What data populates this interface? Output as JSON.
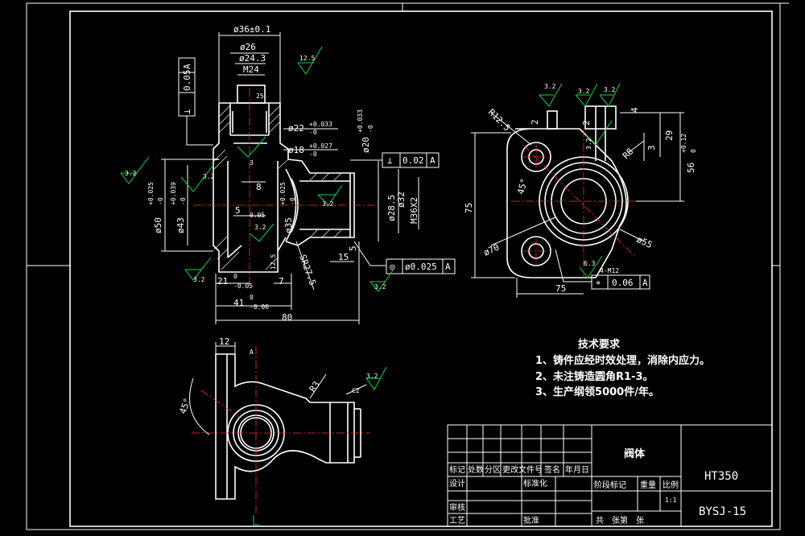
{
  "colors": {
    "background": "#000000",
    "lines": "#ffffff",
    "roughness": "#11d63a",
    "centerline": "#ff3030"
  },
  "front_view": {
    "d36": "ø36±0.1",
    "d26": "ø26",
    "d24": "ø24.3",
    "m24": "M24",
    "dim25": "25",
    "d22": "ø22",
    "d22_tol": "+0.033",
    "d22_tol2": "-0",
    "d18": "ø18",
    "d18_tol": "+0.027",
    "d18_tol2": "-0",
    "d20": "ø20",
    "d20_tol": "+0.033",
    "d20_tol2": "-0",
    "d50": "ø50",
    "d50_tol": "+0.025",
    "d50_tol2": "-0",
    "d43": "ø43",
    "d43_tol": "+0.039",
    "d43_tol2": "-0",
    "d35": "ø35",
    "d35_tol": "+0.025",
    "d35_tol2": "-0",
    "d285": "ø28.5",
    "d32": "ø32",
    "m36": "M36X2",
    "dim8": "8",
    "dim5": "5",
    "dim5_tol": "-0.05",
    "dim21": "21",
    "dim21_tol": "-0.05",
    "dim21_tol0": "0",
    "dim7": "7",
    "dim41": "41",
    "dim41_tol": "-0.06",
    "dim41_tol0": "0",
    "dim80": "80",
    "dim15": "15",
    "dim5b": "5",
    "sr": "SR27.5",
    "dim3": "3",
    "r32a": "3.2",
    "r32b": "3.2",
    "r32c": "3.2",
    "r32d": "3.2",
    "r32e": "3.2",
    "r32f": "3.2",
    "r125a": "12.5",
    "r125b": "12.5",
    "frame_perp": "⊥",
    "frame_perp_val": "0.05",
    "frame_perp_ref": "A",
    "frame_perp2": "⊥",
    "frame_perp2_val": "0.02",
    "frame_perp2_ref": "A",
    "frame_conc": "◎",
    "frame_conc_val": "ø0.025",
    "frame_conc_ref": "A"
  },
  "side_view": {
    "r125": "R12.5",
    "dim2": "2",
    "dim2b": "2",
    "dim4": "4",
    "dim29": "29",
    "dim3": "3",
    "dim56": "56",
    "dim56_tol": "+0.12",
    "dim56_tol2": "0",
    "dim75v": "75",
    "dim75h": "75",
    "angle45": "45°",
    "r8": "R8",
    "d70": "ø70",
    "d55": "ø55",
    "r63": "6.3",
    "r32a": "3.2",
    "r32b": "3.2",
    "r32c": "3.2",
    "r32d": "3.2",
    "m12": "4-M12",
    "frame_pos": "⌖",
    "frame_pos_val": "0.06",
    "frame_pos_ref": "A"
  },
  "top_view": {
    "dim12": "12",
    "label_a": "A",
    "angle45": "45°",
    "r3": "R3",
    "c2": "C2",
    "r32": "3.2"
  },
  "notes": {
    "title": "技术要求",
    "line1": "1、铸件应经时效处理，消除内应力。",
    "line2": "2、未注铸造圆角R1-3。",
    "line3": "3、生产纲领5000件/年。"
  },
  "title_block": {
    "part_name": "阀体",
    "material": "HT350",
    "drawing_no": "BYSJ-15",
    "scale": "1:1",
    "h1": "标记",
    "h2": "处数",
    "h3": "分区",
    "h4": "更改文件号",
    "h5": "签名",
    "h6": "年月日",
    "design": "设计",
    "standard": "标准化",
    "stage": "阶段标记",
    "weight": "重量",
    "scale_label": "比例",
    "check": "审核",
    "process": "工艺",
    "approve": "批准",
    "sheets": "共　张第　张"
  }
}
